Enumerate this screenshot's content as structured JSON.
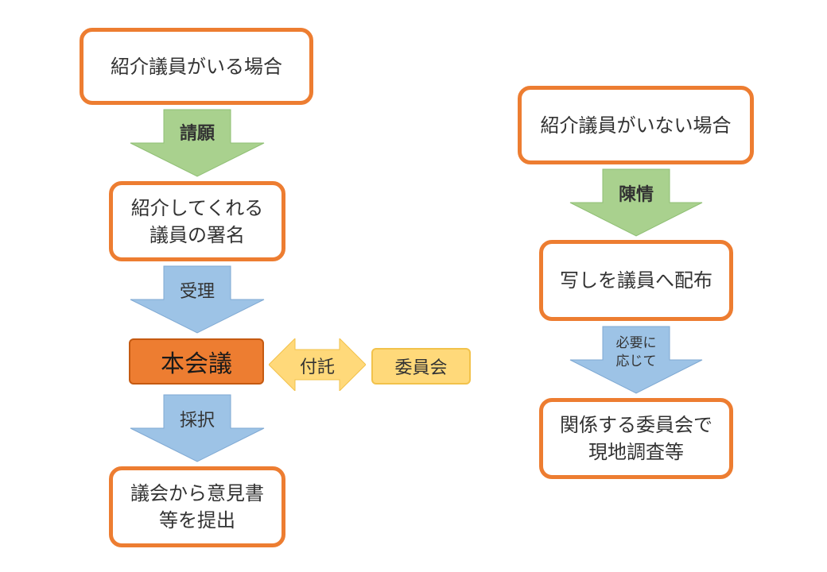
{
  "left_flow": {
    "start": "紹介議員がいる場合",
    "arrow_petition": "請願",
    "signature": "紹介してくれる\n議員の署名",
    "arrow_accept": "受理",
    "plenary": "本会議",
    "arrow_refer": "付託",
    "committee": "委員会",
    "arrow_adopt": "採択",
    "result": "議会から意見書\n等を提出"
  },
  "right_flow": {
    "start": "紹介議員がいない場合",
    "arrow_petition": "陳情",
    "distribute": "写しを議員へ配布",
    "arrow_as_needed": "必要に\n応じて",
    "result": "関係する委員会で\n現地調査等"
  },
  "colors": {
    "box_border": "#ed7d31",
    "green_arrow": "#a9d18e",
    "blue_arrow": "#9dc3e6",
    "plenary_fill": "#ed7d31",
    "committee_fill": "#ffd97a"
  }
}
